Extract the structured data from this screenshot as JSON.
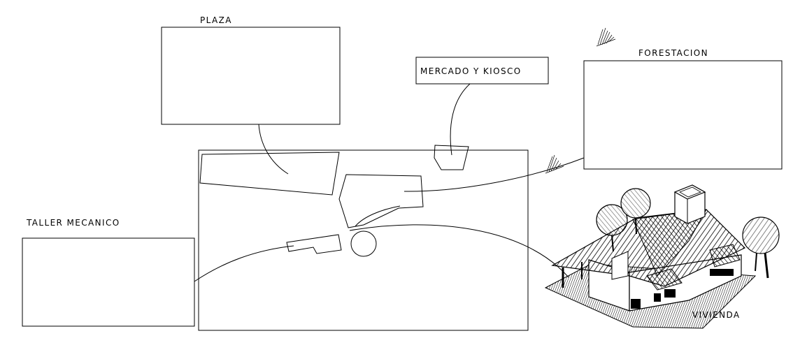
{
  "labels": {
    "plaza": "PLAZA",
    "mercado": "MERCADO Y KIOSCO",
    "forestacion": "FORESTACION",
    "taller": "TALLER MECANICO",
    "vivienda": "VIVIENDA"
  },
  "colors": {
    "ink": "#000000",
    "paper": "#ffffff"
  }
}
